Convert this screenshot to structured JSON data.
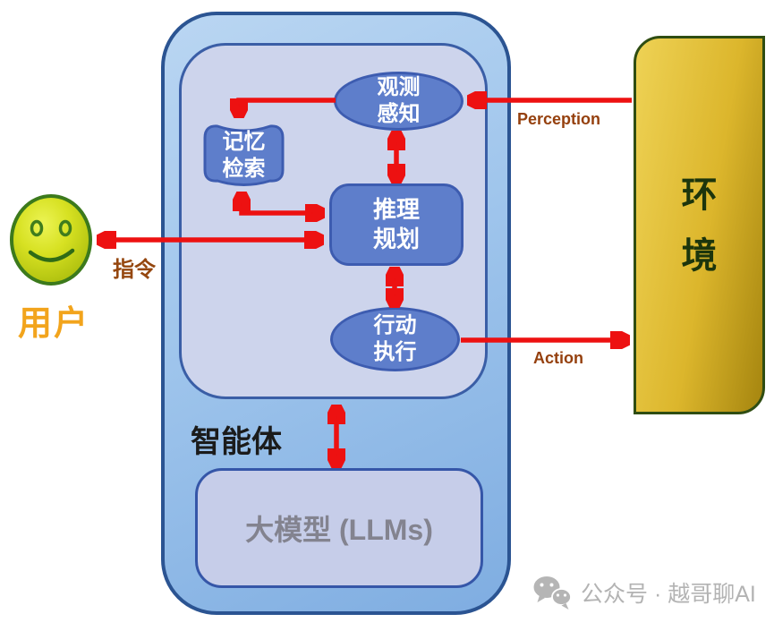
{
  "agent": {
    "label": "智能体"
  },
  "user": {
    "label": "用户"
  },
  "environment": {
    "label": "环\n境"
  },
  "nodes": {
    "observation": {
      "label": "观测\n感知"
    },
    "memory": {
      "label": "记忆\n检索"
    },
    "reasoning": {
      "label": "推理\n规划"
    },
    "action": {
      "label": "行动\n执行"
    },
    "llm": {
      "label": "大模型 (LLMs)"
    }
  },
  "edges": {
    "perception_label": "Perception",
    "action_label": "Action",
    "instruction_label": "指令"
  },
  "watermark": {
    "icon": "wechat-icon",
    "text": "公众号 · 越哥聊AI"
  },
  "colors": {
    "arrow_red": "#ed1111",
    "agent_fill_top": "#bad6f2",
    "agent_fill_bottom": "#7fade1",
    "agent_border": "#2b5492",
    "inner_fill": "#cdd4ec",
    "inner_border": "#3a5ea6",
    "node_fill": "#5e7ecb",
    "node_border": "#3d5cb0",
    "llm_fill": "#c6cde9",
    "llm_border": "#3556a8",
    "llm_text": "#83838f",
    "env_fill_light": "#eed255",
    "env_fill_dark": "#a5850f",
    "env_border": "#2f4d12",
    "env_text": "#1c350c",
    "edge_label_brown": "#95400e",
    "user_orange": "#f2a41c",
    "smiley_yellow": "#d7e122",
    "smiley_border": "#3c7a1c",
    "watermark_gray": "#b3b3b3"
  }
}
